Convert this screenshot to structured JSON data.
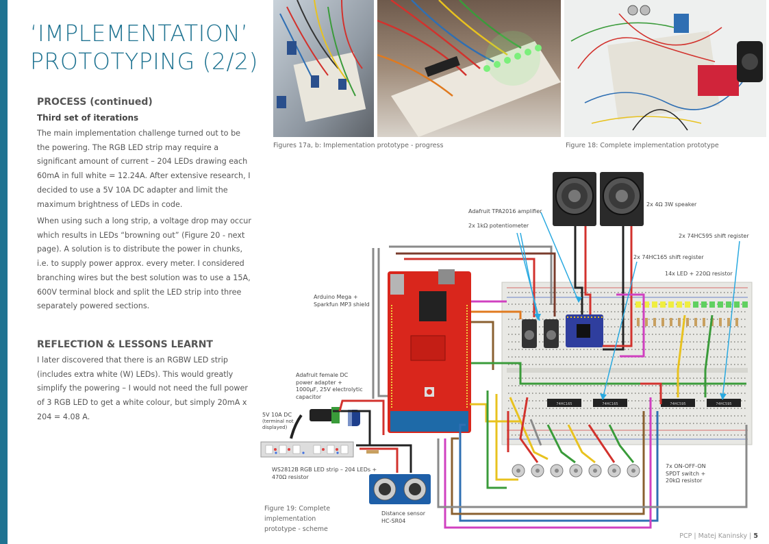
{
  "title": {
    "line1": "‘IMPLEMENTATION’",
    "line2": "PROTOTYPING (2/2)"
  },
  "process": {
    "heading": "PROCESS (continued)",
    "subheading": "Third set of iterations",
    "para1": "The main implementation challenge turned out to be the powering. The RGB LED strip may require a significant amount of current – 204 LEDs drawing each 60mA in full white = 12.24A. After extensive research, I decided to use a 5V 10A DC adapter and limit the maximum brightness of LEDs in code.",
    "para2": "When using such a long strip, a voltage drop may occur which results in LEDs “browning out” (Figure 20 - next page). A solution is to distribute the power in chunks, i.e. to supply power approx. every meter. I considered branching wires but the best solution was to use a 15A, 600V terminal block and split the LED strip into three separately powered sections."
  },
  "reflection": {
    "heading": "REFLECTION & LESSONS LEARNT",
    "para": "I later discovered that there is an RGBW LED strip (includes extra white (W) LEDs). This would greatly simplify the powering – I would not need the full power of 3 RGB LED to get a white colour, but simply 20mA x 204 = 4.08 A."
  },
  "captions": {
    "fig17": "Figures 17a, b: Implementation prototype - progress",
    "fig18": "Figure 18: Complete implementation prototype",
    "fig19_l1": "Figure 19: Complete",
    "fig19_l2": "implementation",
    "fig19_l3": "prototype - scheme"
  },
  "scheme_labels": {
    "amplifier": "Adafruit TPA2016 amplifier",
    "potentiometer": "2x 1kΩ potentiometer",
    "speaker": "2x 4Ω 3W speaker",
    "shift595": "2x 74HC595 shift register",
    "shift165": "2x 74HC165 shift register",
    "led": "14x LED + 220Ω resistor",
    "arduino_l1": "Arduino Mega +",
    "arduino_l2": "Sparkfun MP3 shield",
    "dcjack_l1": "Adafruit female DC",
    "dcjack_l2": "power adapter +",
    "dcjack_l3": "1000μF, 25V electrolytic",
    "dcjack_l4": "capacitor",
    "psu_l1": "5V 10A DC",
    "psu_l2": "(terminal not",
    "psu_l3": "displayed)",
    "strip_l1": "WS2812B RGB LED strip – 204 LEDs +",
    "strip_l2": "470Ω resistor",
    "sensor_l1": "Distance sensor",
    "sensor_l2": "HC-SR04",
    "switch_l1": "7x ON-OFF-ON",
    "switch_l2": "SPDT switch +",
    "switch_l3": "20kΩ resistor",
    "chip595": "74HC595",
    "chip165": "74HC165"
  },
  "footer": {
    "text": "PCP | Matej Kaninsky |",
    "page": "5"
  },
  "colors": {
    "accent": "#1f7391",
    "arduino": "#d9261c",
    "breadboard": "#e8e8e4",
    "callout": "#29a9e0"
  }
}
